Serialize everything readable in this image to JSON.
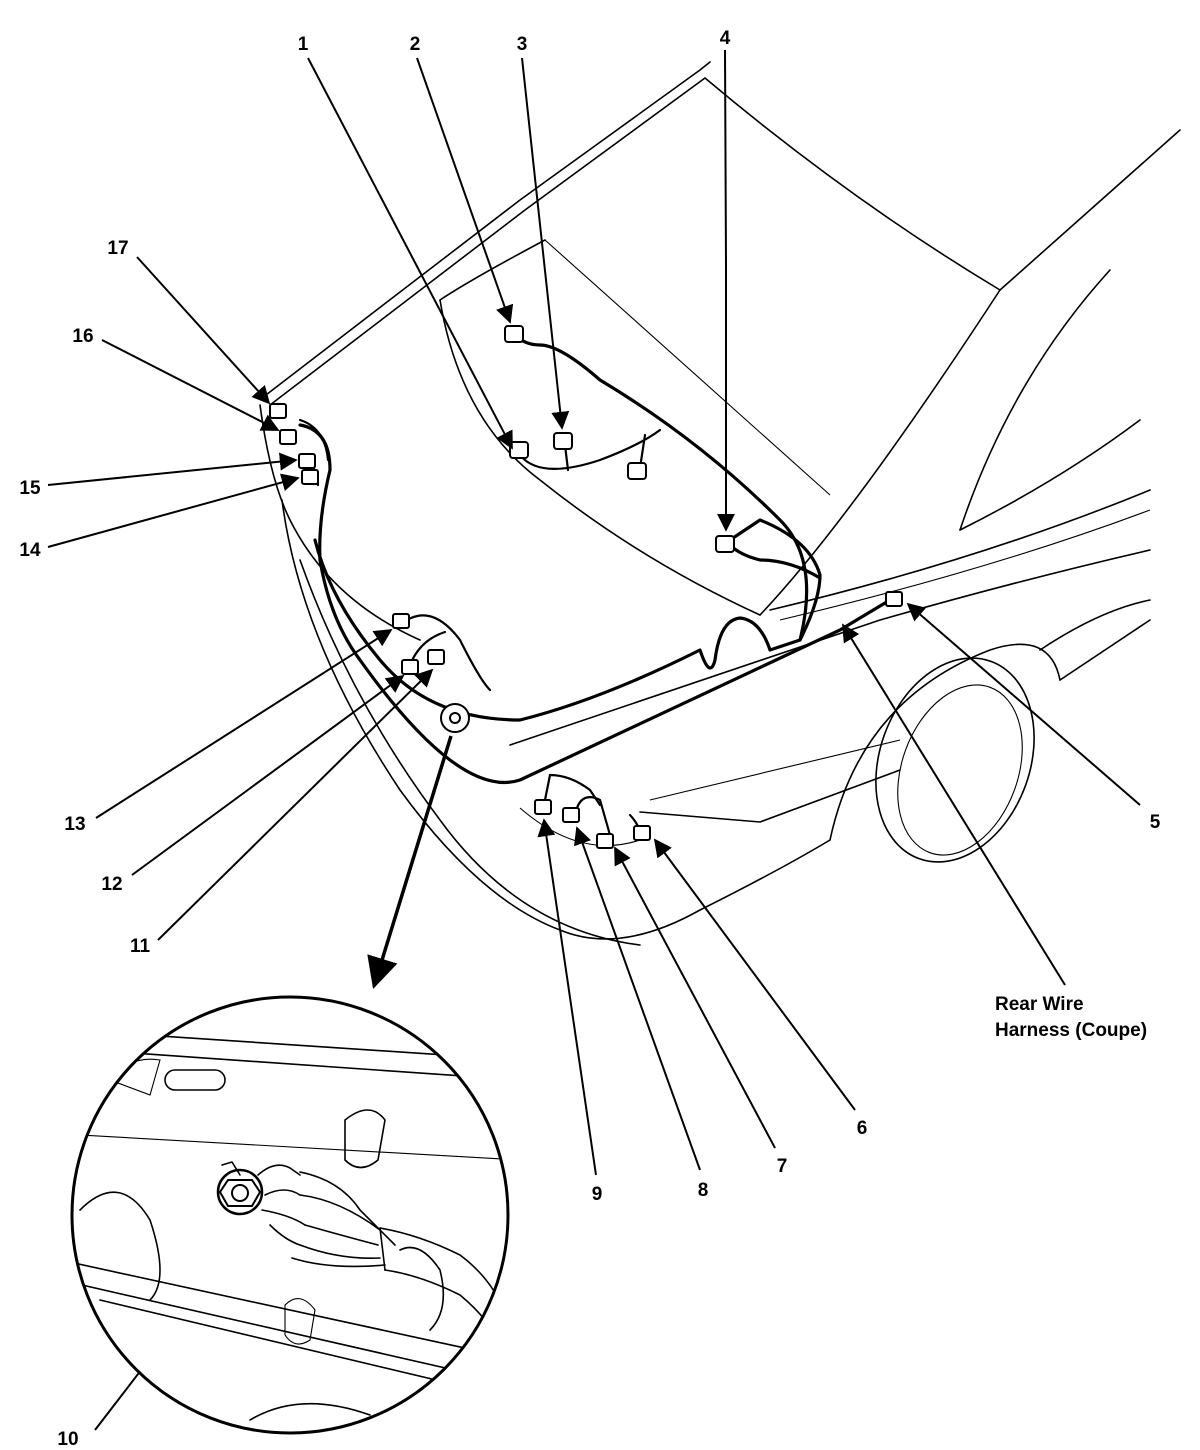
{
  "labels": {
    "n1": "1",
    "n2": "2",
    "n3": "3",
    "n4": "4",
    "n5": "5",
    "n6": "6",
    "n7": "7",
    "n8": "8",
    "n9": "9",
    "n10": "10",
    "n11": "11",
    "n12": "12",
    "n13": "13",
    "n14": "14",
    "n15": "15",
    "n16": "16",
    "n17": "17"
  },
  "caption": {
    "line1": "Rear Wire",
    "line2": "Harness (Coupe)"
  }
}
